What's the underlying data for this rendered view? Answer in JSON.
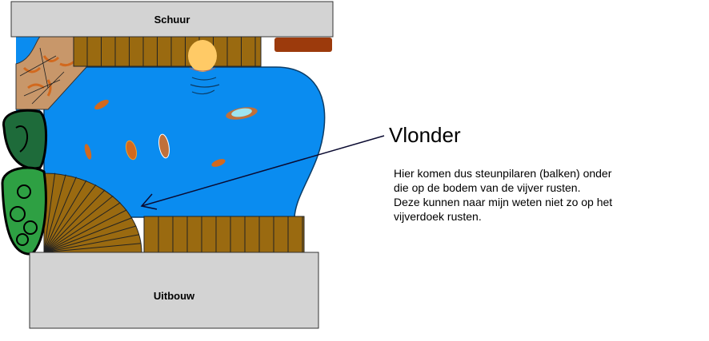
{
  "labels": {
    "shed": "Schuur",
    "extension": "Uitbouw",
    "deck": "Vlonder"
  },
  "note_lines": [
    "Hier komen dus steunpilaren (balken) onder",
    "die op de bodem van de vijver rusten.",
    "Deze kunnen naar mijn weten niet zo op het",
    "vijverdoek rusten."
  ],
  "colors": {
    "water": "#0A8CF0",
    "wood": "#9A6A10",
    "building": "#D3D3D3",
    "stone": "#C8976A",
    "hedge_dark": "#1E6B3A",
    "hedge_light": "#2EA043",
    "lantern": "#FFCA66",
    "bench": "#9C3A0C"
  }
}
